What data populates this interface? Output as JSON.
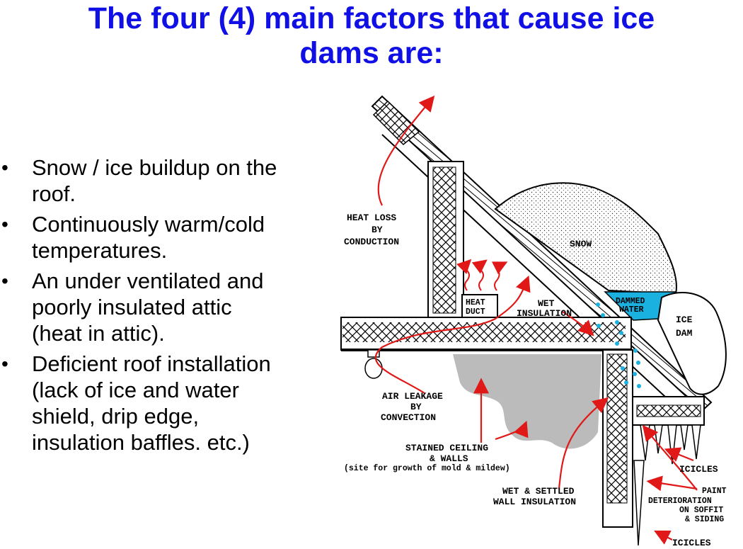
{
  "title_line1": "The four (4) main factors that cause ice",
  "title_line2": "dams are:",
  "bullets": [
    {
      "line1": "Snow / ice buildup on the",
      "line2": "roof."
    },
    {
      "line1": "Continuously warm/cold",
      "line2": "temperatures."
    },
    {
      "line1": "An under ventilated and",
      "line2": "poorly insulated attic",
      "line3": "(heat in attic)."
    },
    {
      "line1": "Deficient roof installation",
      "line2": "(lack of ice and water",
      "line3": "shield, drip edge,",
      "line4": "insulation baffles. etc.)"
    }
  ],
  "diagram": {
    "heat_loss_1": "HEAT LOSS",
    "heat_loss_2": "BY",
    "heat_loss_3": "CONDUCTION",
    "snow": "SNOW",
    "dammed_1": "DAMMED",
    "dammed_2": "WATER",
    "ice_dam_1": "ICE",
    "ice_dam_2": "DAM",
    "heat_duct_1": "HEAT",
    "heat_duct_2": "DUCT",
    "wet_ins_1": "WET",
    "wet_ins_2": "INSULATION",
    "air_1": "AIR LEAKAGE",
    "air_2": "BY",
    "air_3": "CONVECTION",
    "stained_1": "STAINED CEILING",
    "stained_2": "& WALLS",
    "stained_3": "(site for growth of mold & mildew)",
    "wet_wall_1": "WET & SETTLED",
    "wet_wall_2": "WALL INSULATION",
    "icicles_top": "ICICLES",
    "paint_1": "PAINT",
    "paint_2": "DETERIORATION",
    "paint_3": "ON SOFFIT",
    "paint_4": "& SIDING",
    "icicles_bottom": "ICICLES"
  },
  "colors": {
    "title": "#1010e6",
    "arrow": "#e01818",
    "water": "#1ab0e0"
  }
}
